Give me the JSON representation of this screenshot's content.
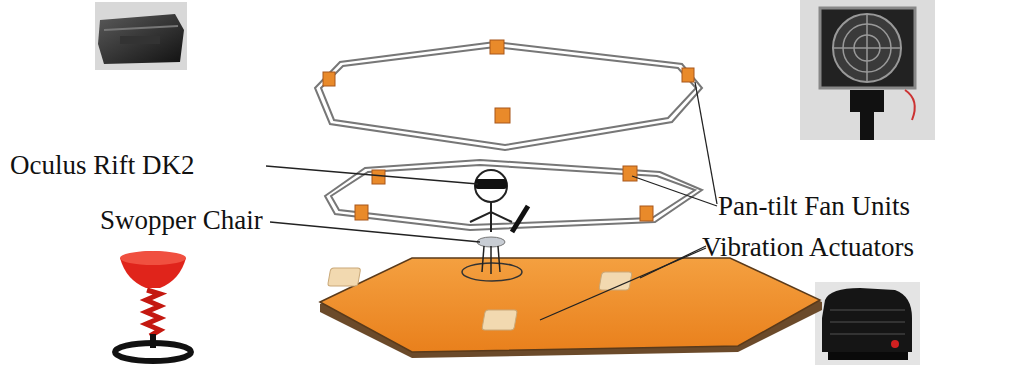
{
  "diagram": {
    "labels": [
      "Oculus Rift DK2",
      "Swopper Chair",
      "Pan-tilt Fan Units",
      "Vibration Actuators"
    ]
  }
}
